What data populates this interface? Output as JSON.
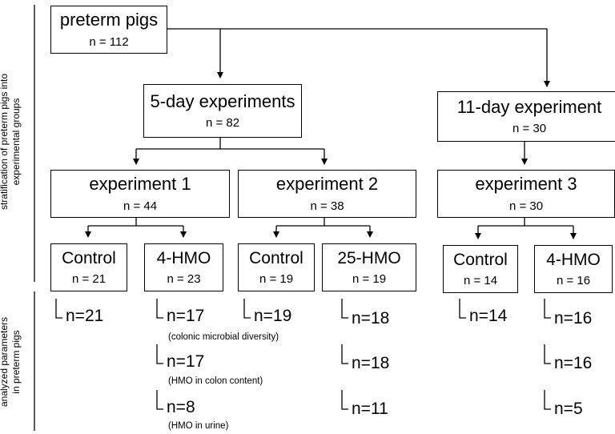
{
  "root": {
    "title": "preterm pigs",
    "n": "n = 112"
  },
  "five_day": {
    "title": "5-day experiments",
    "n": "n = 82"
  },
  "eleven_day": {
    "title": "11-day experiment",
    "n": "n = 30"
  },
  "exp1": {
    "title": "experiment 1",
    "n": "n = 44"
  },
  "exp2": {
    "title": "experiment 2",
    "n": "n = 38"
  },
  "exp3": {
    "title": "experiment 3",
    "n": "n = 30"
  },
  "groups": {
    "e1_control": {
      "title": "Control",
      "n": "n = 21"
    },
    "e1_hmo4": {
      "title": "4-HMO",
      "n": "n = 23"
    },
    "e2_control": {
      "title": "Control",
      "n": "n = 19"
    },
    "e2_hmo25": {
      "title": "25-HMO",
      "n": "n = 19"
    },
    "e3_control": {
      "title": "Control",
      "n": "n = 14"
    },
    "e3_hmo4": {
      "title": "4-HMO",
      "n": "n = 16"
    }
  },
  "results": {
    "e1_control": [
      "n=21"
    ],
    "e1_hmo4": [
      "n=17",
      "n=17",
      "n=8"
    ],
    "e2_control": [
      "n=19"
    ],
    "e2_hmo25": [
      "n=18",
      "n=18",
      "n=11"
    ],
    "e3_control": [
      "n=14"
    ],
    "e3_hmo4": [
      "n=16",
      "n=16",
      "n=5"
    ]
  },
  "notes": [
    "(colonic microbial diversity)",
    "(HMO in colon content)",
    "(HMO in urine)"
  ],
  "side_labels": {
    "top_line1": "stratification of preterm pigs into",
    "top_line2": "experimental groups",
    "bottom_line1": "analyzed parameters",
    "bottom_line2": "in preterm pigs"
  }
}
